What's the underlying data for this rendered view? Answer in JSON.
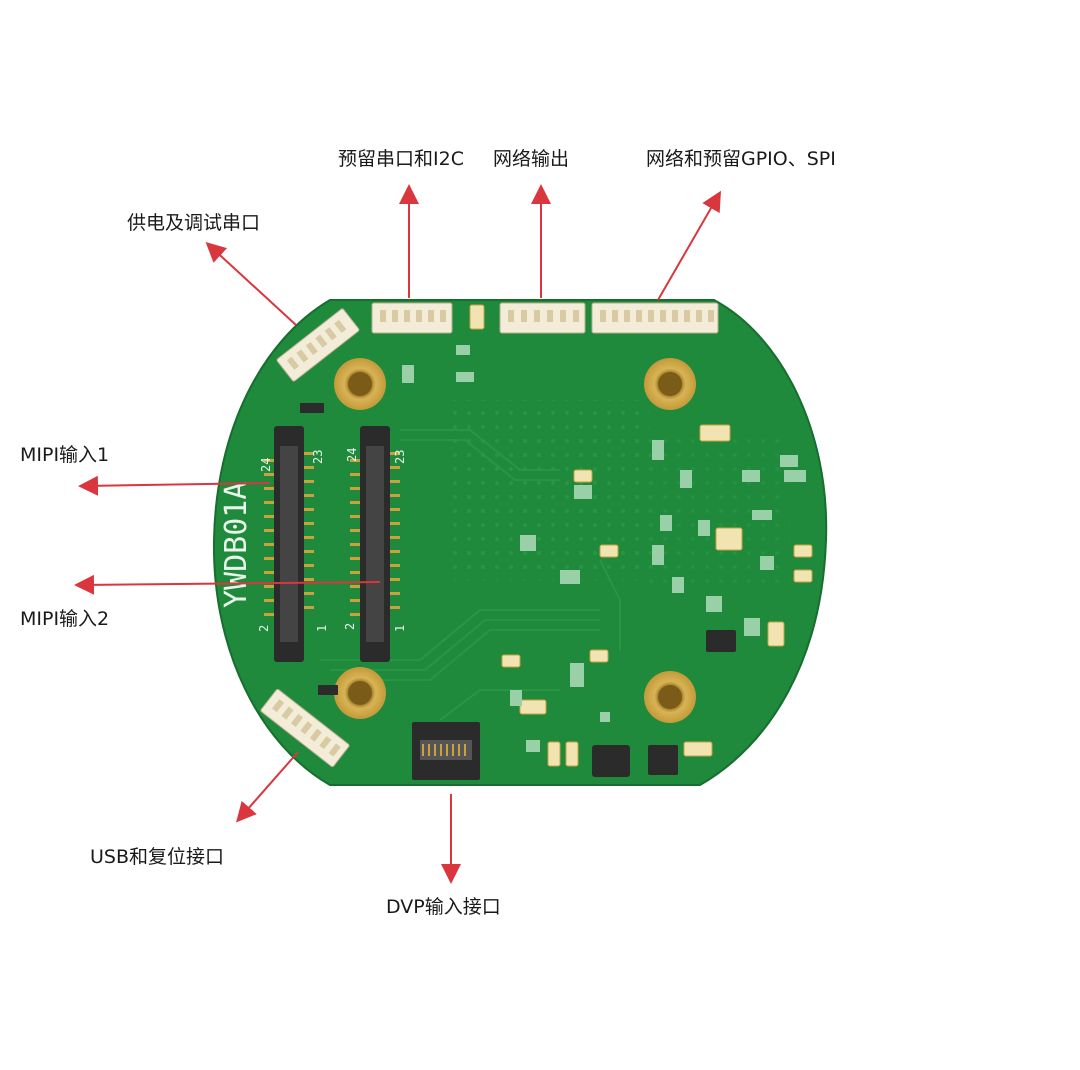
{
  "labels": {
    "power_debug_uart": "供电及调试串口",
    "reserved_uart_i2c": "预留串口和I2C",
    "network_output": "网络输出",
    "network_gpio_spi": "网络和预留GPIO、SPI",
    "mipi_input_1": "MIPI输入1",
    "mipi_input_2": "MIPI输入2",
    "usb_reset": "USB和复位接口",
    "dvp_input": "DVP输入接口"
  },
  "board": {
    "model_text": "YWDB01A",
    "pin_24": "24",
    "pin_23": "23",
    "pin_2": "2",
    "pin_1": "1"
  },
  "colors": {
    "pcb": "#1f8a3c",
    "pcb_dark": "#176e2f",
    "arrow": "#d9363e",
    "gold": "#c9a23e",
    "connector": "#f3ecd8"
  }
}
